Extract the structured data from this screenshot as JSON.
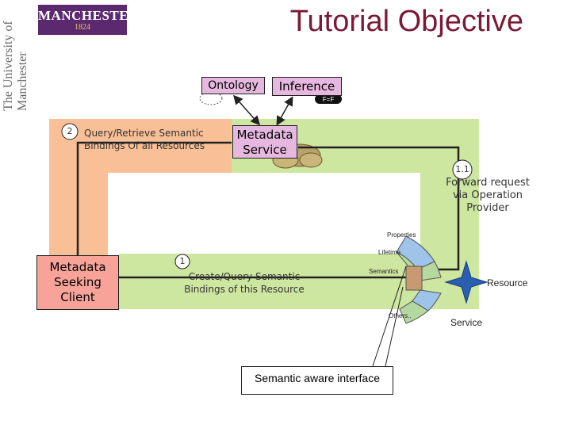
{
  "header": {
    "title": "Tutorial Objective",
    "logo_text": "MANCHESTER",
    "logo_year": "1824",
    "side_text": "The University of Manchester"
  },
  "boxes": {
    "ontology": "Ontology",
    "inference": "Inference",
    "metadata_service": "Metadata Service",
    "client": "Metadata Seeking Client",
    "semantic_interface": "Semantic aware interface"
  },
  "steps": {
    "step2_number": "2",
    "step2_text": "Query/Retrieve Semantic Bindings Of all Resources",
    "step11_number": "1.1",
    "step11_text": "Forward request via Operation Provider",
    "step1_number": "1",
    "step1_text": "Create/Query Semantic Bindings of this Resource"
  },
  "service_ports": {
    "properties": "Properties",
    "lifetime": "Lifetime",
    "semantics": "Semantics",
    "others": "Others.."
  },
  "service": {
    "resource": "Resource",
    "service": "Service"
  },
  "colors": {
    "title": "#7a1a34",
    "box_fill": "#e6b8df",
    "client_fill": "#f7a39a",
    "left_band": "#f9bf97",
    "right_band": "#cde6a0"
  }
}
